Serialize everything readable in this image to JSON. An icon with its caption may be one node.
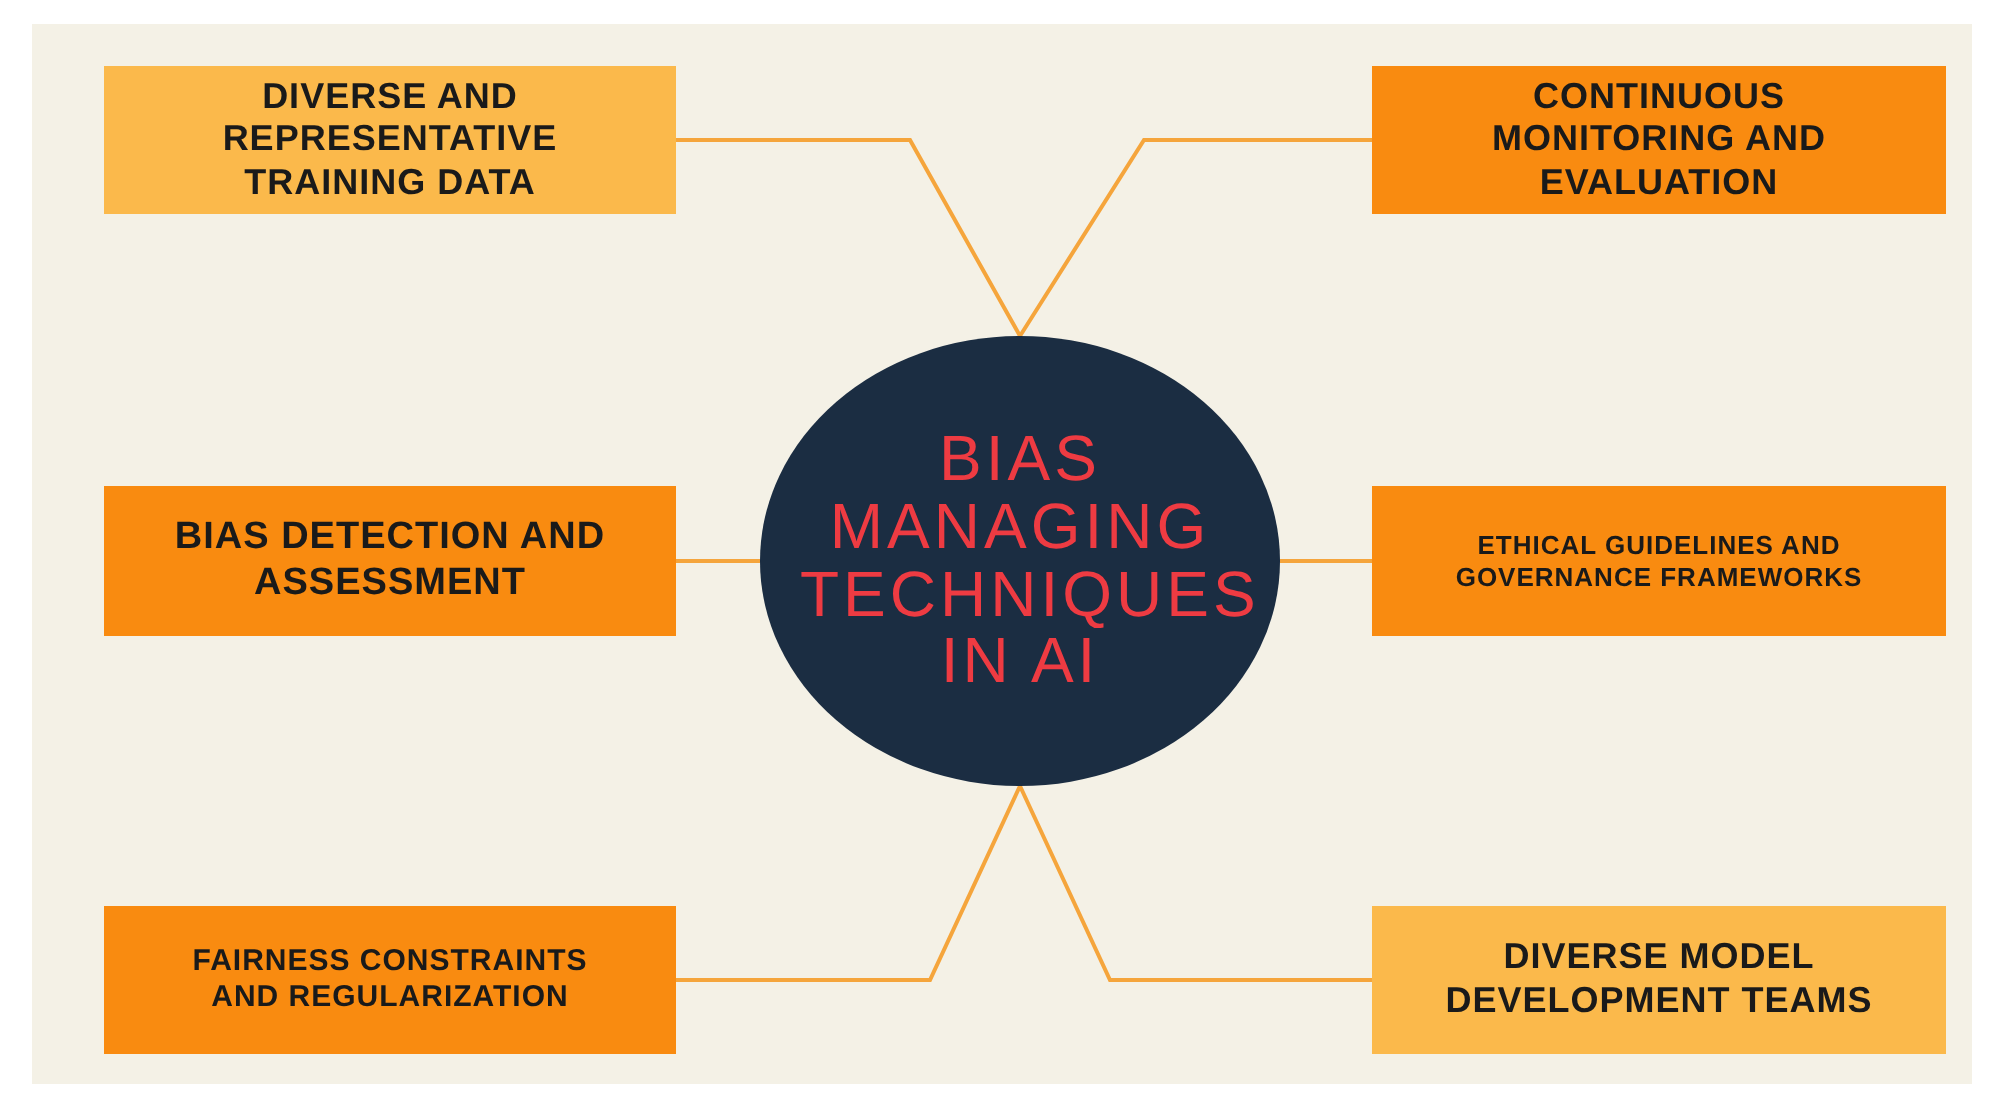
{
  "diagram": {
    "nodes": [
      {
        "text": [
          "BIAS MANAGING TECHNIQUES IN AI"
        ]
      },
      {
        "text": [
          "DIVERSE AND REPRESENTATIVE TRAINING DATA"
        ]
      },
      {
        "text": [
          "CONTINUOUS MONITORING AND EVALUATION"
        ]
      },
      {
        "text": [
          "BIAS DETECTION AND ASSESSMENT"
        ]
      },
      {
        "text": [
          "ETHICAL GUIDELINES AND GOVERNANCE FRAMEWORKS"
        ]
      },
      {
        "text": [
          "FAIRNESS CONSTRAINTS AND REGULARIZATION"
        ]
      },
      {
        "text": [
          "DIVERSE MODEL DEVELOPMENT TEAMS"
        ]
      }
    ],
    "edges": [
      {
        "from": 0,
        "to": 1,
        "arrow": "none"
      },
      {
        "from": 0,
        "to": 2,
        "arrow": "none"
      },
      {
        "from": 0,
        "to": 3,
        "arrow": "none"
      },
      {
        "from": 0,
        "to": 4,
        "arrow": "none"
      },
      {
        "from": 0,
        "to": 5,
        "arrow": "none"
      },
      {
        "from": 0,
        "to": 6,
        "arrow": "none"
      }
    ]
  }
}
